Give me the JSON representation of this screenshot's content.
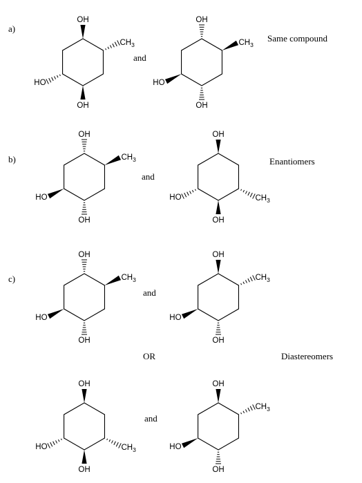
{
  "panels": [
    {
      "letter": "a)",
      "connector": "and",
      "verdict": "Same compound"
    },
    {
      "letter": "b)",
      "connector": "and",
      "verdict": "Enantiomers"
    },
    {
      "letter": "c)",
      "connector": "and",
      "verdict": "Diastereomers"
    }
  ],
  "or_label": "OR",
  "last_connector": "and",
  "molecule_text": {
    "hydroxyl": "OH",
    "hydroxyl_left": "HO",
    "methyl": "CH",
    "methyl_subscript": "3"
  },
  "molecules": [
    {
      "row": "a",
      "side": "left",
      "top_oh": "wedge",
      "methyl": "hash",
      "bottom_oh": "wedge",
      "left_oh": "hash",
      "methyl_pos": "upper-right"
    },
    {
      "row": "a",
      "side": "right",
      "top_oh": "hash",
      "methyl": "wedge",
      "bottom_oh": "hash",
      "left_oh": "wedge",
      "methyl_pos": "upper-right"
    },
    {
      "row": "b",
      "side": "left",
      "top_oh": "hash",
      "methyl": "wedge",
      "bottom_oh": "hash",
      "left_oh": "wedge",
      "methyl_pos": "upper-right"
    },
    {
      "row": "b",
      "side": "right",
      "top_oh": "wedge",
      "methyl": "hash",
      "bottom_oh": "wedge",
      "left_oh": "hash",
      "methyl_pos": "lower-right"
    },
    {
      "row": "c1",
      "side": "left",
      "top_oh": "hash",
      "methyl": "wedge",
      "bottom_oh": "hash",
      "left_oh": "wedge",
      "methyl_pos": "upper-right"
    },
    {
      "row": "c1",
      "side": "right",
      "top_oh": "wedge",
      "methyl": "hash",
      "bottom_oh": "hash",
      "left_oh": "wedge",
      "methyl_pos": "upper-right"
    },
    {
      "row": "c2",
      "side": "left",
      "top_oh": "wedge",
      "methyl": "hash",
      "bottom_oh": "wedge",
      "left_oh": "hash",
      "methyl_pos": "lower-right"
    },
    {
      "row": "c2",
      "side": "right",
      "top_oh": "wedge",
      "methyl": "hash",
      "bottom_oh": "hash",
      "left_oh": "wedge",
      "methyl_pos": "upper-right"
    }
  ]
}
